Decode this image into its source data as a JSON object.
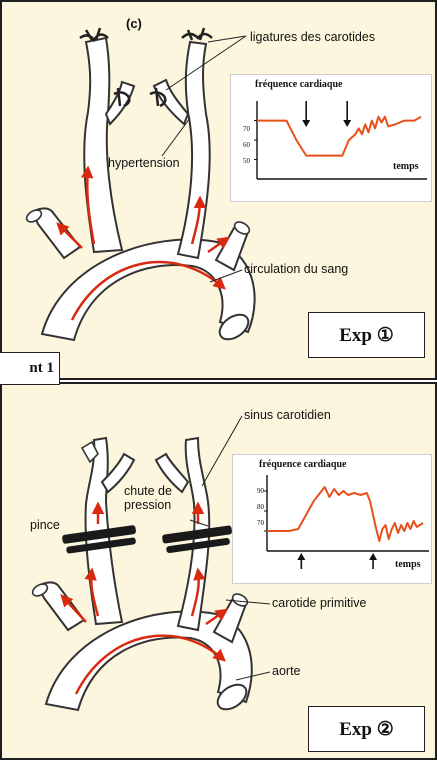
{
  "document_label": "nt 1",
  "experiment1": {
    "panel_letter": "(c)",
    "labels": {
      "ligatures": "ligatures des carotides",
      "hypertension": "hypertension",
      "circulation": "circulation du sang"
    },
    "exp_label": "Exp ①",
    "graph": {
      "title": "fréquence cardiaque",
      "xlabel": "temps",
      "yticks": [
        "70",
        "60",
        "50"
      ],
      "markers": [
        "down-arrow",
        "down-arrow"
      ]
    },
    "chart_data": {
      "type": "line",
      "title": "fréquence cardiaque",
      "xlabel": "temps",
      "ylabel": "",
      "yticks": [
        70,
        60,
        50
      ],
      "series": [
        {
          "points": [
            [
              0,
              70
            ],
            [
              10,
              70
            ],
            [
              18,
              70
            ],
            [
              24,
              60
            ],
            [
              30,
              52
            ],
            [
              36,
              52
            ],
            [
              52,
              52
            ],
            [
              56,
              60
            ],
            [
              60,
              63
            ],
            [
              62,
              66
            ],
            [
              64,
              63
            ],
            [
              66,
              68
            ],
            [
              68,
              64
            ],
            [
              70,
              70
            ],
            [
              72,
              66
            ],
            [
              74,
              72
            ],
            [
              76,
              69
            ],
            [
              78,
              72
            ],
            [
              80,
              67
            ],
            [
              84,
              68
            ],
            [
              90,
              70
            ],
            [
              96,
              70
            ],
            [
              100,
              72
            ]
          ]
        }
      ],
      "arrows_at_x": [
        30,
        55
      ],
      "arrow_direction": "down",
      "line_color": "#e8501a"
    }
  },
  "experiment2": {
    "labels": {
      "sinus": "sinus carotidien",
      "pince": "pince",
      "chute": "chute de\npression",
      "carotide": "carotide primitive",
      "aorte": "aorte"
    },
    "exp_label": "Exp ②",
    "graph": {
      "title": "fréquence cardiaque",
      "xlabel": "temps",
      "yticks": [
        "90",
        "80",
        "70"
      ],
      "markers": [
        "up-arrow",
        "up-arrow"
      ]
    },
    "chart_data": {
      "type": "line",
      "title": "fréquence cardiaque",
      "xlabel": "temps",
      "ylabel": "",
      "yticks": [
        90,
        80,
        70
      ],
      "series": [
        {
          "points": [
            [
              0,
              70
            ],
            [
              14,
              70
            ],
            [
              20,
              71
            ],
            [
              25,
              78
            ],
            [
              30,
              85
            ],
            [
              34,
              89
            ],
            [
              37,
              92
            ],
            [
              40,
              87
            ],
            [
              43,
              91
            ],
            [
              46,
              88
            ],
            [
              49,
              90
            ],
            [
              52,
              88
            ],
            [
              56,
              89
            ],
            [
              60,
              88
            ],
            [
              64,
              89
            ],
            [
              66,
              85
            ],
            [
              68,
              78
            ],
            [
              70,
              71
            ],
            [
              72,
              65
            ],
            [
              74,
              71
            ],
            [
              76,
              73
            ],
            [
              78,
              66
            ],
            [
              80,
              71
            ],
            [
              82,
              74
            ],
            [
              84,
              69
            ],
            [
              86,
              73
            ],
            [
              88,
              70
            ],
            [
              90,
              74
            ],
            [
              92,
              71
            ],
            [
              94,
              75
            ],
            [
              96,
              72
            ],
            [
              100,
              74
            ]
          ]
        }
      ],
      "arrows_at_x": [
        22,
        68
      ],
      "arrow_direction": "up",
      "line_color": "#e8501a"
    }
  }
}
